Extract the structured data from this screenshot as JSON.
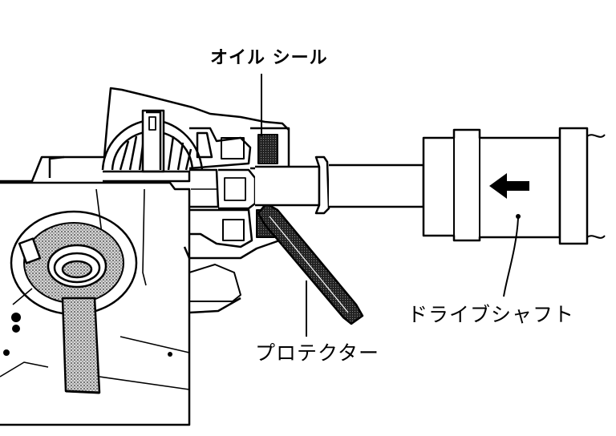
{
  "labels": {
    "oil_seal": "オイル シール",
    "drive_shaft": "ドライブシャフト",
    "protector": "プロテクター"
  },
  "colors": {
    "line": "#000000",
    "background": "#ffffff",
    "stipple": "#9a9a9a"
  },
  "icons": {
    "direction": "left-arrow-icon"
  }
}
